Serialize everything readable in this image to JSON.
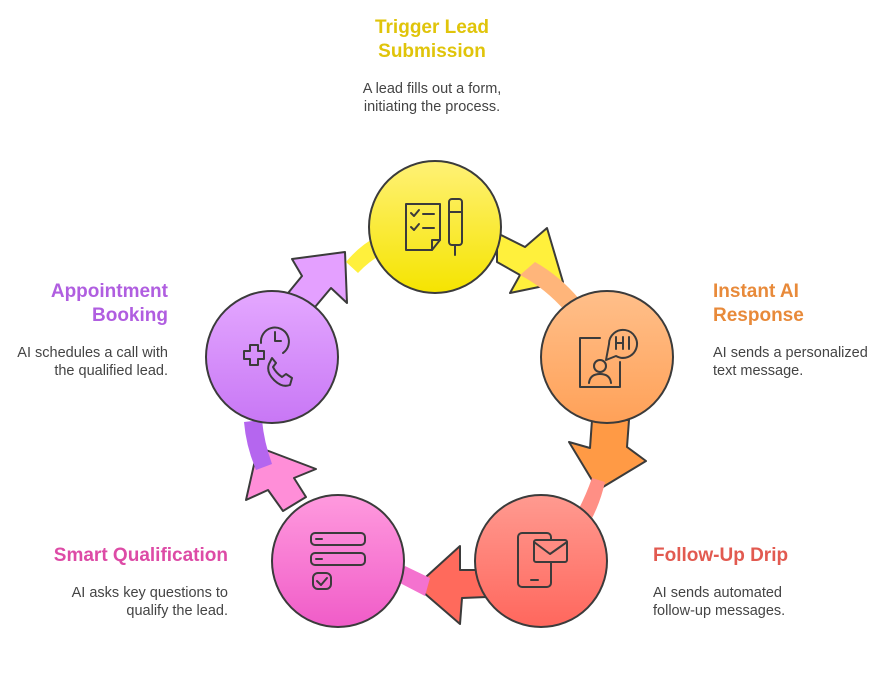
{
  "steps": [
    {
      "title": "Trigger Lead Submission",
      "title_line1": "Trigger Lead",
      "title_line2": "Submission",
      "desc_line1": "A lead fills out a form,",
      "desc_line2": "initiating the process.",
      "color": "#e0c40a",
      "icon": "form-and-pen-icon"
    },
    {
      "title": "Instant AI Response",
      "title_line1": "Instant AI",
      "title_line2": "Response",
      "desc_line1": "AI sends a personalized",
      "desc_line2": "text message.",
      "color": "#e88a3a",
      "icon": "chat-hi-icon"
    },
    {
      "title": "Follow-Up Drip",
      "title_line1": "Follow-Up Drip",
      "title_line2": "",
      "desc_line1": "AI sends automated",
      "desc_line2": "follow-up messages.",
      "color": "#e25a50",
      "icon": "phone-message-icon"
    },
    {
      "title": "Smart Qualification",
      "title_line1": "Smart Qualification",
      "title_line2": "",
      "desc_line1": "AI asks key questions to",
      "desc_line2": "qualify the lead.",
      "color": "#dd4ba6",
      "icon": "checklist-icon"
    },
    {
      "title": "Appointment Booking",
      "title_line1": "Appointment",
      "title_line2": "Booking",
      "desc_line1": "AI schedules a call with",
      "desc_line2": "the qualified lead.",
      "color": "#b05ee0",
      "icon": "phone-schedule-icon"
    }
  ]
}
